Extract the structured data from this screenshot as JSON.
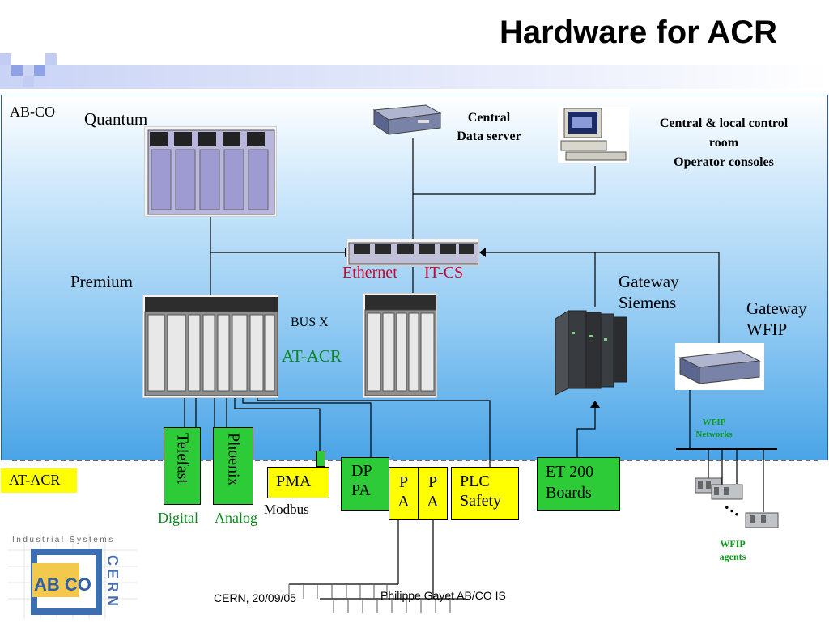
{
  "slide": {
    "title": "Hardware for ACR",
    "ab_co_label": "AB-CO",
    "at_acr_left_label": "AT-ACR"
  },
  "devices": {
    "quantum": "Quantum",
    "central_server": "Central\nData server",
    "consoles": "Central & local control\nroom\nOperator consoles",
    "ethernet": "Ethernet",
    "it_cs": "IT-CS",
    "premium": "Premium",
    "bus_x": "BUS X",
    "at_acr": "AT-ACR",
    "gateway_siemens": "Gateway\nSiemens",
    "gateway_wfip": "Gateway\nWFIP",
    "wfip_networks": "WFIP\nNetworks",
    "wfip_agents": "WFIP\nagents",
    "ellipsis": "…"
  },
  "boxes": {
    "telefast": "Telefast",
    "phoenix": "Phoenix",
    "digital": "Digital",
    "analog": "Analog",
    "pma": "PMA",
    "modbus": "Modbus",
    "dppa": "DP\nPA",
    "pa1": "P\nA",
    "pa2": "P\nA",
    "plc_safety": "PLC\nSafety",
    "et200": "ET 200\nBoards"
  },
  "logo": {
    "industrial_systems": "Industrial Systems",
    "ab_co": "AB CO",
    "cern": "CERN"
  },
  "footer": {
    "left": "CERN, 20/09/05",
    "right": "Philippe Gayet AB/CO IS"
  },
  "colors": {
    "green_box": "#2ecb39",
    "yellow_box": "#ffff00",
    "red_text": "#d0002b",
    "panel_blue": "#4aa4e6"
  }
}
